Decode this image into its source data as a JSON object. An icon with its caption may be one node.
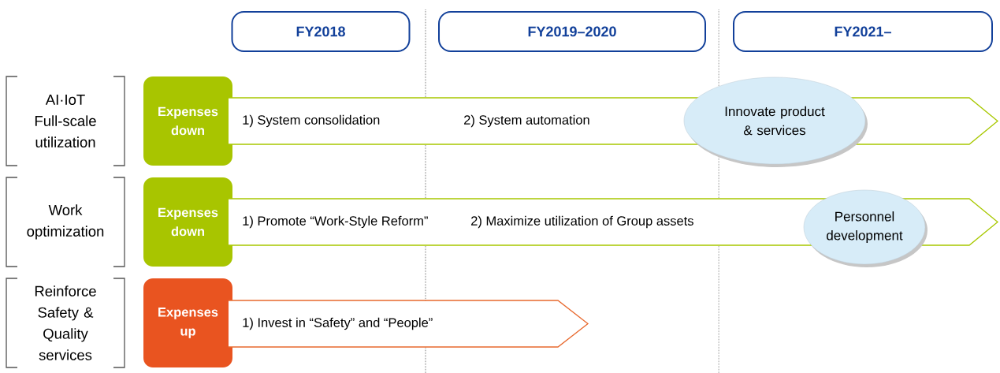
{
  "diagram": {
    "nodes": [
      {
        "text": [
          "FY2018"
        ]
      },
      {
        "text": [
          "FY2019–2020"
        ]
      },
      {
        "text": [
          "FY2021–"
        ]
      },
      {
        "text": [
          "AI·IoT Full-scale utilization"
        ]
      },
      {
        "text": [
          "Expenses down"
        ]
      },
      {
        "text": [
          "1) System consolidation",
          "2) System automation"
        ]
      },
      {
        "text": [
          "Innovate product & services"
        ]
      },
      {
        "text": [
          "Work optimization"
        ]
      },
      {
        "text": [
          "Expenses down"
        ]
      },
      {
        "text": [
          "1) Promote “Work-Style Reform”",
          "2) Maximize utilization of Group assets"
        ]
      },
      {
        "text": [
          "Personnel development"
        ]
      },
      {
        "text": [
          "Reinforce Safety & Quality services"
        ]
      },
      {
        "text": [
          "Expenses up"
        ]
      },
      {
        "text": [
          "1) Invest in “Safety” and “People”"
        ]
      }
    ]
  }
}
